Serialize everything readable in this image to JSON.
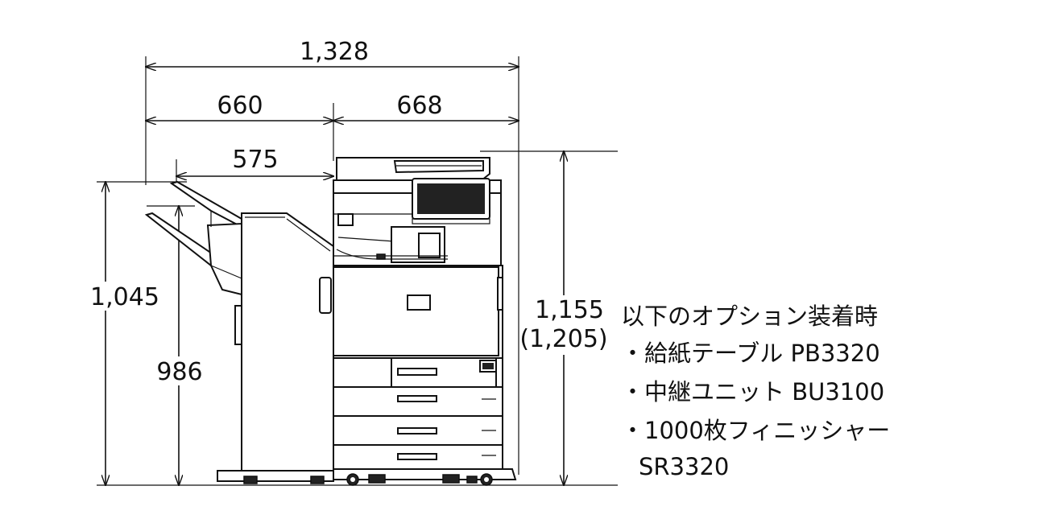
{
  "dimensions": {
    "total_width": "1,328",
    "finisher_width": "660",
    "main_width": "668",
    "tray_width": "575",
    "finisher_height": "1,045",
    "tray_height": "986",
    "main_height": "1,155",
    "main_height_alt": "(1,205)"
  },
  "notes": {
    "heading": "以下のオプション装着時",
    "items": [
      "・給紙テーブル PB3320",
      "・中継ユニット BU3100",
      "・1000枚フィニッシャー",
      "SR3320"
    ]
  },
  "colors": {
    "line": "#111111",
    "background": "#ffffff"
  }
}
